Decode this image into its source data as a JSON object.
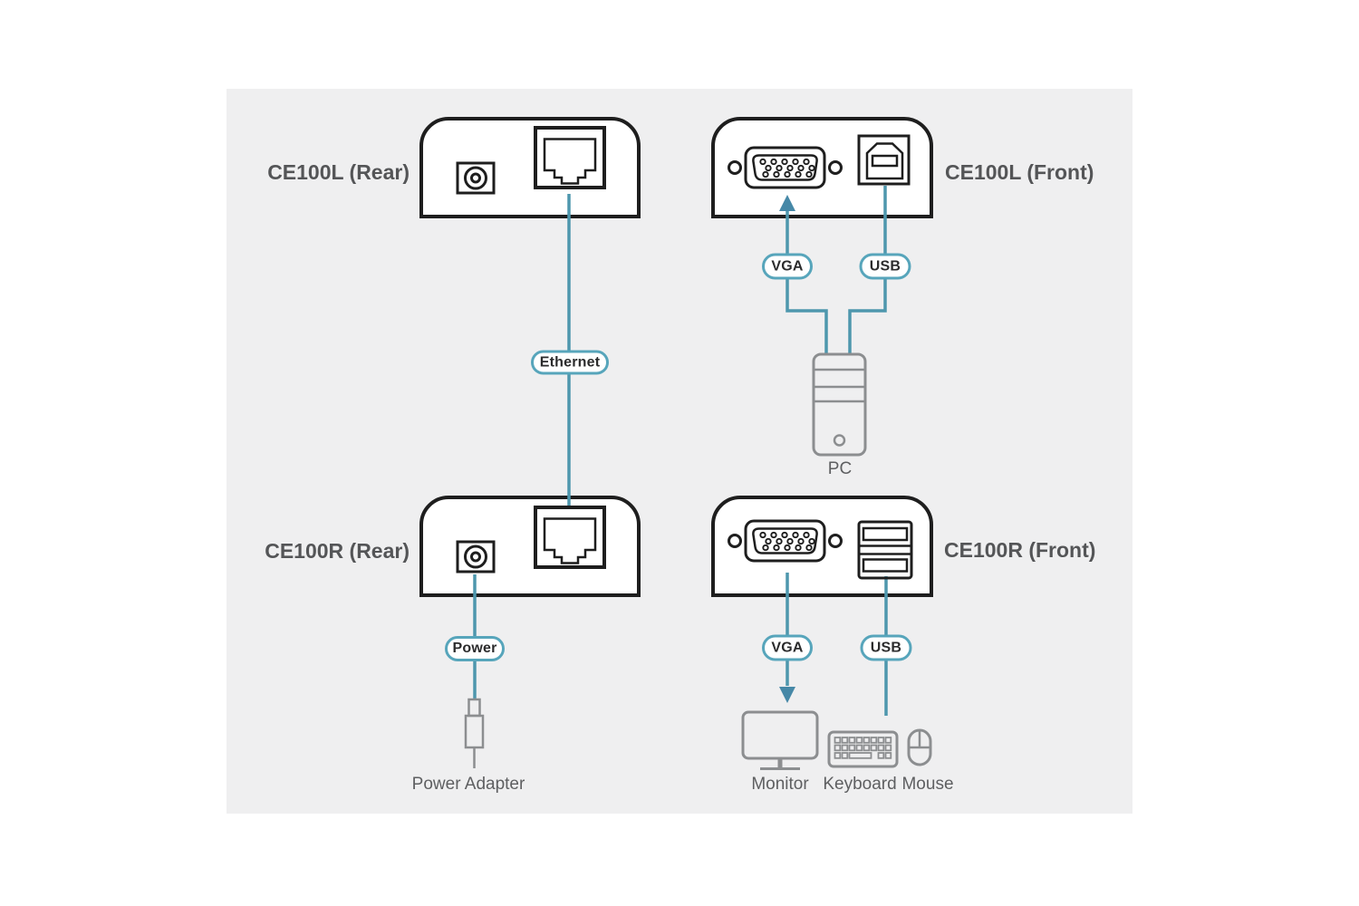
{
  "colors": {
    "page_bg": "#ffffff",
    "background": "#efeff0",
    "device_fill": "#ffffff",
    "device_outline": "#1e1e1e",
    "cable": "#4e97ad",
    "arrow": "#4688a7",
    "pill_border": "#57a5bb",
    "pill_fill": "#ffffff",
    "pill_text": "#2b2b2c",
    "device_label_text": "#545557",
    "icon_gray": "#8c8e90",
    "icon_label_text": "#5e5f61"
  },
  "devices": {
    "ce100l_rear": {
      "label": "CE100L (Rear)"
    },
    "ce100l_front": {
      "label": "CE100L (Front)"
    },
    "ce100r_rear": {
      "label": "CE100R (Rear)"
    },
    "ce100r_front": {
      "label": "CE100R (Front)"
    }
  },
  "cables": {
    "ethernet": {
      "label": "Ethernet"
    },
    "vga_top": {
      "label": "VGA"
    },
    "usb_top": {
      "label": "USB"
    },
    "power": {
      "label": "Power"
    },
    "vga_bottom": {
      "label": "VGA"
    },
    "usb_bottom": {
      "label": "USB"
    }
  },
  "peripherals": {
    "pc": {
      "label": "PC"
    },
    "power_adapter": {
      "label": "Power Adapter"
    },
    "monitor": {
      "label": "Monitor"
    },
    "keyboard": {
      "label": "Keyboard"
    },
    "mouse": {
      "label": "Mouse"
    }
  },
  "icon_names": [
    "dc-power-jack-icon",
    "ethernet-port-icon",
    "vga-port-icon",
    "usb-b-port-icon",
    "usb-a-ports-icon",
    "pc-tower-icon",
    "power-plug-icon",
    "monitor-icon",
    "keyboard-icon",
    "mouse-icon",
    "vga-arrow-up-icon",
    "vga-arrow-down-icon"
  ]
}
